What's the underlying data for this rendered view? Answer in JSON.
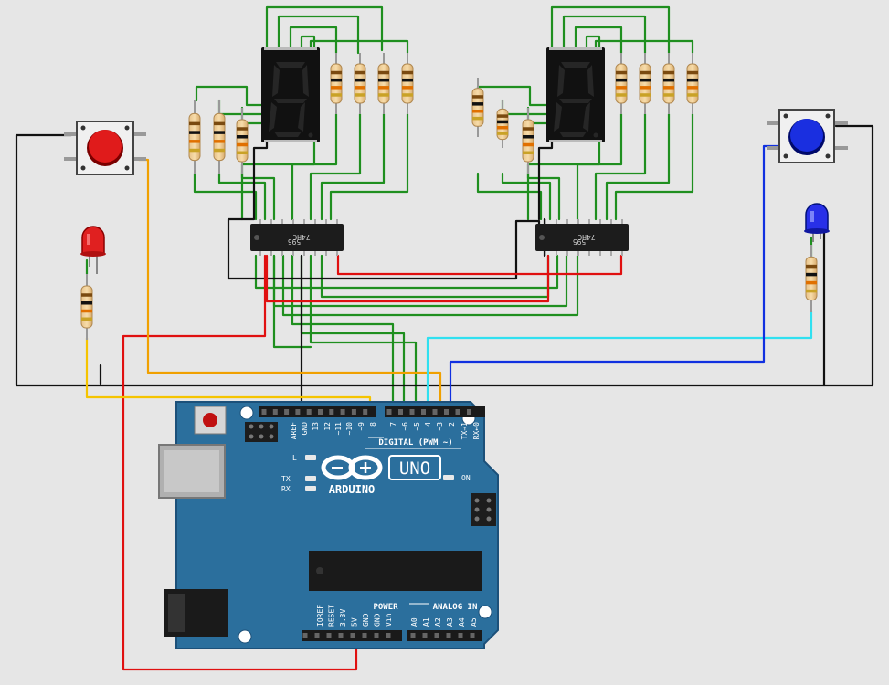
{
  "board": {
    "logo_text": "ARDUINO",
    "model": "UNO",
    "digital_label": "DIGITAL (PWM ~)",
    "power_label": "POWER",
    "analog_label": "ANALOG IN",
    "led_l": "L",
    "led_tx": "TX",
    "led_rx": "RX",
    "led_on": "ON",
    "digital_pins": [
      "AREF",
      "GND",
      "13",
      "12",
      "~11",
      "~10",
      "~9",
      "8",
      "7",
      "~6",
      "~5",
      "4",
      "~3",
      "2",
      "TX→1",
      "RX←0"
    ],
    "power_pins": [
      "IOREF",
      "RESET",
      "3.3V",
      "5V",
      "GND",
      "GND",
      "Vin"
    ],
    "analog_pins": [
      "A0",
      "A1",
      "A2",
      "A3",
      "A4",
      "A5"
    ]
  },
  "shift_registers": [
    {
      "label_line1": "74HC",
      "label_line2": "595"
    },
    {
      "label_line1": "74HC",
      "label_line2": "595"
    }
  ],
  "components": {
    "buttons": [
      {
        "color": "#e01b1b"
      },
      {
        "color": "#1a2fe0"
      }
    ],
    "leds": [
      {
        "color": "#e02020"
      },
      {
        "color": "#2830e8"
      }
    ]
  },
  "wire_colors": {
    "green": "#1f8f1f",
    "black": "#111111",
    "red": "#e01010",
    "orange": "#f0a000",
    "yellow": "#f5c400",
    "cyan": "#30e0f0",
    "blue": "#1030e0"
  }
}
